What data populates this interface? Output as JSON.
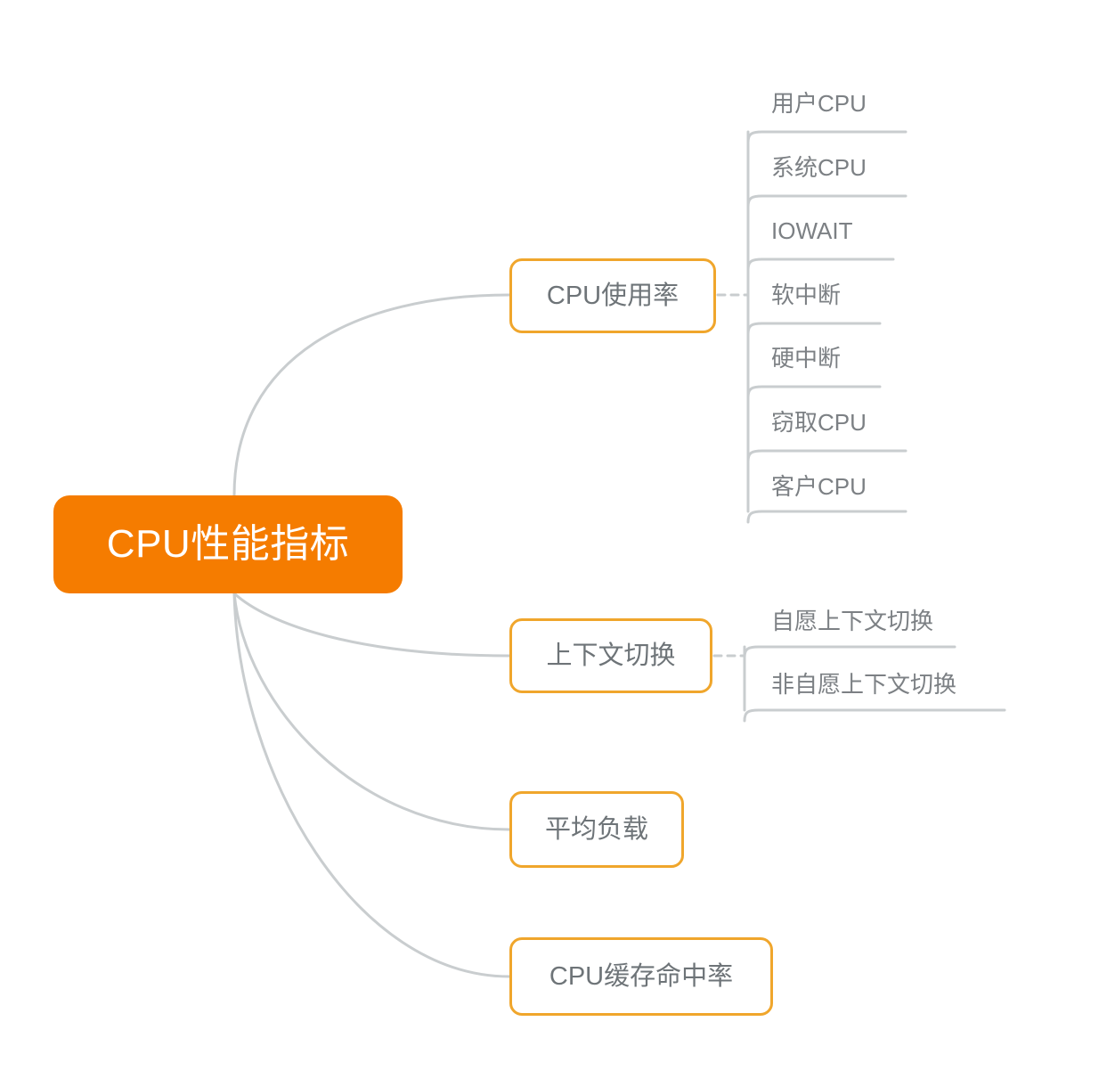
{
  "diagram": {
    "type": "mindmap",
    "title": "CPU性能指标",
    "background_color": "#ffffff",
    "colors": {
      "root_fill": "#f57c00",
      "root_text": "#ffffff",
      "branch_border": "#f0a62c",
      "branch_fill": "#ffffff",
      "branch_text": "#6e7478",
      "leaf_text": "#7c8084",
      "connector": "#c9cdcf"
    },
    "root": {
      "label": "CPU性能指标"
    },
    "branches": [
      {
        "label": "CPU使用率",
        "children": [
          {
            "label": "用户CPU"
          },
          {
            "label": "系统CPU"
          },
          {
            "label": "IOWAIT"
          },
          {
            "label": "软中断"
          },
          {
            "label": "硬中断"
          },
          {
            "label": "窃取CPU"
          },
          {
            "label": "客户CPU"
          }
        ]
      },
      {
        "label": "上下文切换",
        "children": [
          {
            "label": "自愿上下文切换"
          },
          {
            "label": "非自愿上下文切换"
          }
        ]
      },
      {
        "label": "平均负载",
        "children": []
      },
      {
        "label": "CPU缓存命中率",
        "children": []
      }
    ]
  }
}
